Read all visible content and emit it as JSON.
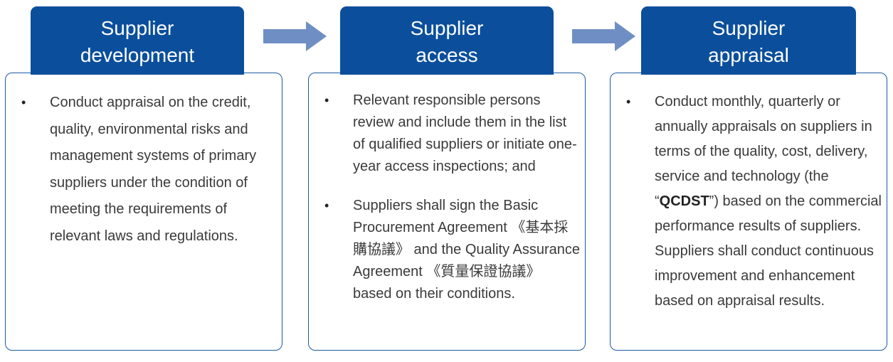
{
  "colors": {
    "header_bg": "#0b4f9c",
    "box_border": "#1c5aa3",
    "arrow": "#6f8fc4",
    "text": "#3a3a3a"
  },
  "stages": [
    {
      "title_line1": "Supplier",
      "title_line2": "development",
      "bullets": [
        "Conduct appraisal on the credit, quality, environmental risks and management systems of primary suppliers under the condition of meeting the requirements of relevant laws and regulations."
      ]
    },
    {
      "title_line1": "Supplier",
      "title_line2": "access",
      "bullets": [
        "Relevant responsible persons review and include them in the list of qualified suppliers or initiate one-year access inspections; and",
        "Suppliers shall sign the Basic Procurement Agreement 《基本採購協議》 and the Quality Assurance Agreement 《質量保證協議》 based on their conditions."
      ]
    },
    {
      "title_line1": "Supplier",
      "title_line2": "appraisal",
      "bullet_prefix": "Conduct monthly, quarterly or annually appraisals on suppliers in terms of the quality, cost, delivery, service and technology (the “",
      "bullet_bold": "QCDST",
      "bullet_suffix": "”) based on the commercial performance results of suppliers. Suppliers shall conduct continuous improvement and enhancement based on appraisal results."
    }
  ],
  "bullet_glyph": "•"
}
